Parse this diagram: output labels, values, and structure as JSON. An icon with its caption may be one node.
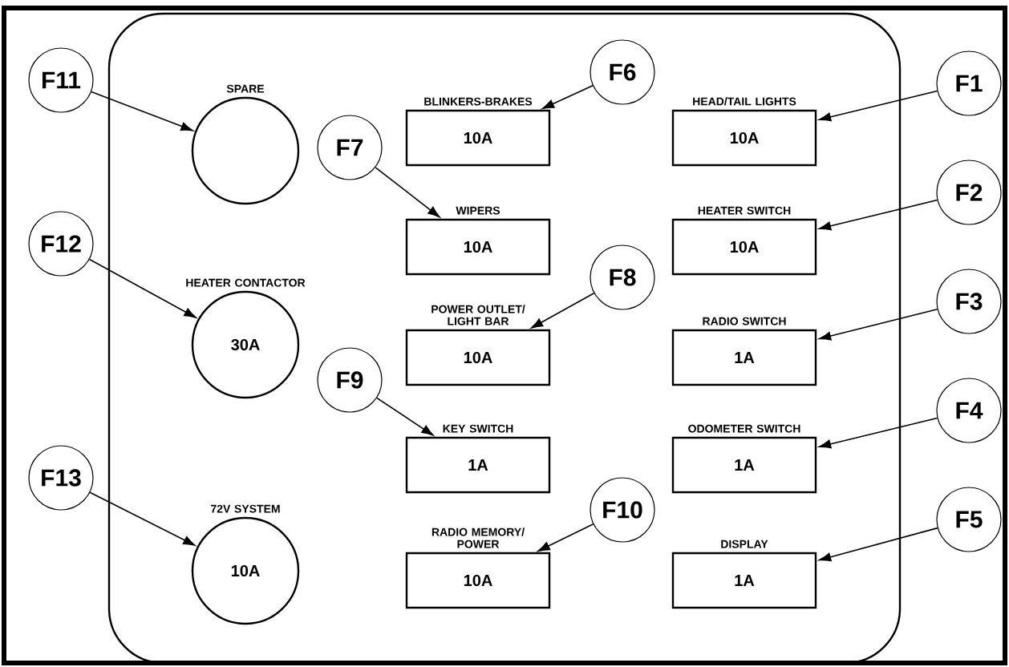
{
  "diagram": {
    "nodes": [
      {
        "text": [],
        "shape": "box"
      },
      {
        "text": [
          "SPARE"
        ],
        "in": 0
      },
      {
        "text": [
          "HEATER CONTACTOR",
          "30A"
        ],
        "in": 0
      },
      {
        "text": [
          "72V SYSTEM",
          "10A"
        ],
        "in": 0
      },
      {
        "text": [
          "BLINKERS-BRAKES",
          "10A"
        ],
        "in": 0
      },
      {
        "text": [
          "WIPERS",
          "10A"
        ],
        "in": 0
      },
      {
        "text": [
          "POWER OUTLET/ LIGHT BAR",
          "10A"
        ],
        "in": 0
      },
      {
        "text": [
          "KEY SWITCH",
          "1A"
        ],
        "in": 0
      },
      {
        "text": [
          "RADIO MEMORY/ POWER",
          "10A"
        ],
        "in": 0
      },
      {
        "text": [
          "HEAD/TAIL LIGHTS",
          "10A"
        ],
        "in": 0
      },
      {
        "text": [
          "HEATER SWITCH",
          "10A"
        ],
        "in": 0
      },
      {
        "text": [
          "RADIO SWITCH",
          "1A"
        ],
        "in": 0
      },
      {
        "text": [
          "ODOMETER SWITCH",
          "1A"
        ],
        "in": 0
      },
      {
        "text": [
          "DISPLAY",
          "1A"
        ],
        "in": 0
      },
      {
        "text": [
          "F1"
        ]
      },
      {
        "text": [
          "F2"
        ]
      },
      {
        "text": [
          "F3"
        ]
      },
      {
        "text": [
          "F4"
        ]
      },
      {
        "text": [
          "F5"
        ]
      },
      {
        "text": [
          "F6"
        ],
        "in": 0
      },
      {
        "text": [
          "F7"
        ],
        "in": 0
      },
      {
        "text": [
          "F8"
        ],
        "in": 0
      },
      {
        "text": [
          "F9"
        ],
        "in": 0
      },
      {
        "text": [
          "F10"
        ],
        "in": 0
      },
      {
        "text": [
          "F11"
        ]
      },
      {
        "text": [
          "F12"
        ]
      },
      {
        "text": [
          "F13"
        ]
      }
    ],
    "edges": [
      {
        "from": 14,
        "to": 9,
        "arrow": "to"
      },
      {
        "from": 15,
        "to": 10,
        "arrow": "to"
      },
      {
        "from": 16,
        "to": 11,
        "arrow": "to"
      },
      {
        "from": 17,
        "to": 12,
        "arrow": "to"
      },
      {
        "from": 18,
        "to": 13,
        "arrow": "to"
      },
      {
        "from": 19,
        "to": 4,
        "arrow": "to"
      },
      {
        "from": 20,
        "to": 5,
        "arrow": "to"
      },
      {
        "from": 21,
        "to": 6,
        "arrow": "to"
      },
      {
        "from": 22,
        "to": 7,
        "arrow": "to"
      },
      {
        "from": 23,
        "to": 8,
        "arrow": "to"
      },
      {
        "from": 24,
        "to": 1,
        "arrow": "to"
      },
      {
        "from": 25,
        "to": 2,
        "arrow": "to"
      },
      {
        "from": 26,
        "to": 3,
        "arrow": "to"
      }
    ]
  }
}
